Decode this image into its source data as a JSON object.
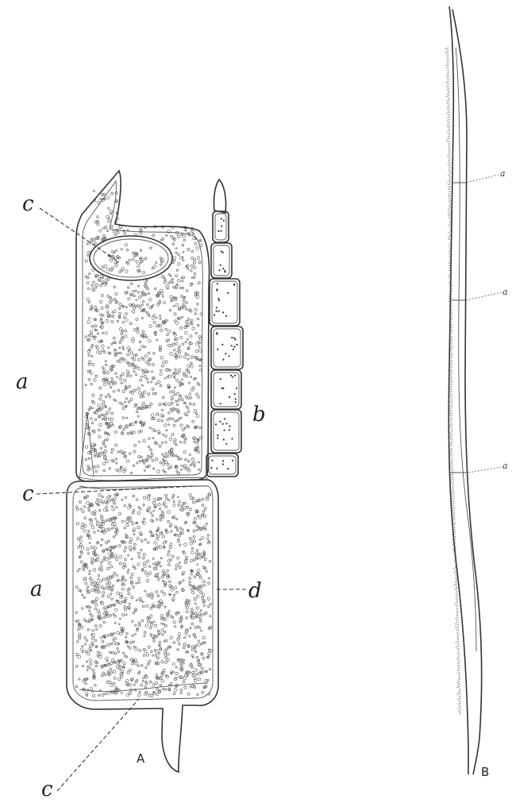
{
  "figure": {
    "panels": [
      {
        "id": "A",
        "label": "A"
      },
      {
        "id": "B",
        "label": "B"
      }
    ],
    "labels_A": {
      "a_upper": "a",
      "a_lower": "a",
      "b": "b",
      "c_top": "c",
      "c_middle": "c",
      "c_bottom": "c",
      "d": "d"
    },
    "labels_B": {
      "a1": "a",
      "a2": "a",
      "a3": "a"
    }
  }
}
